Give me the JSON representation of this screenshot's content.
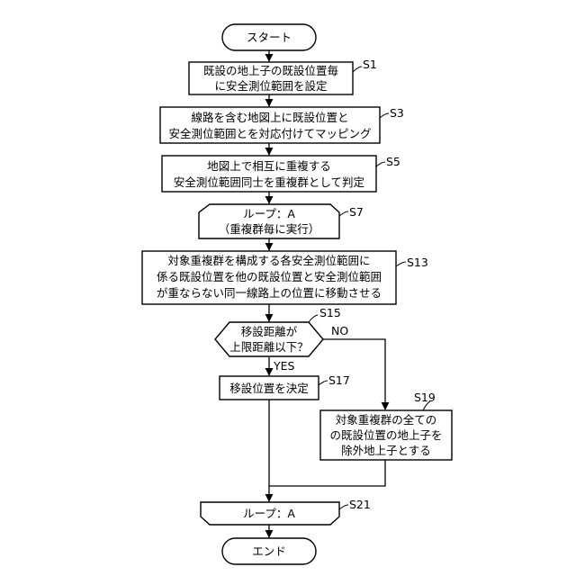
{
  "nodes": {
    "start": {
      "lines": [
        "スタート"
      ]
    },
    "s1": {
      "lines": [
        "既設の地上子の既設位置毎",
        "に安全測位範囲を設定"
      ],
      "step": "S1"
    },
    "s3": {
      "lines": [
        "線路を含む地図上に既設位置と",
        "安全測位範囲とを対応付けてマッピング"
      ],
      "step": "S3"
    },
    "s5": {
      "lines": [
        "地図上で相互に重複する",
        "安全測位範囲同士を重複群として判定"
      ],
      "step": "S5"
    },
    "s7": {
      "lines": [
        "ループ：A",
        "（重複群毎に実行）"
      ],
      "step": "S7"
    },
    "s13": {
      "lines": [
        "対象重複群を構成する各安全測位範囲に",
        "係る既設位置を他の既設位置と安全測位範囲",
        "が重ならない同一線路上の位置に移動させる"
      ],
      "step": "S13"
    },
    "s15": {
      "lines": [
        "移設距離が",
        "上限距離以下？"
      ],
      "step": "S15"
    },
    "s17": {
      "lines": [
        "移設位置を決定"
      ],
      "step": "S17"
    },
    "s19": {
      "lines": [
        "対象重複群の全ての",
        "の既設位置の地上子を",
        "除外地上子とする"
      ],
      "step": "S19"
    },
    "s21": {
      "lines": [
        "ループ：A"
      ],
      "step": "S21"
    },
    "end": {
      "lines": [
        "エンド"
      ]
    }
  },
  "edges": {
    "yes": "YES",
    "no": "NO"
  }
}
